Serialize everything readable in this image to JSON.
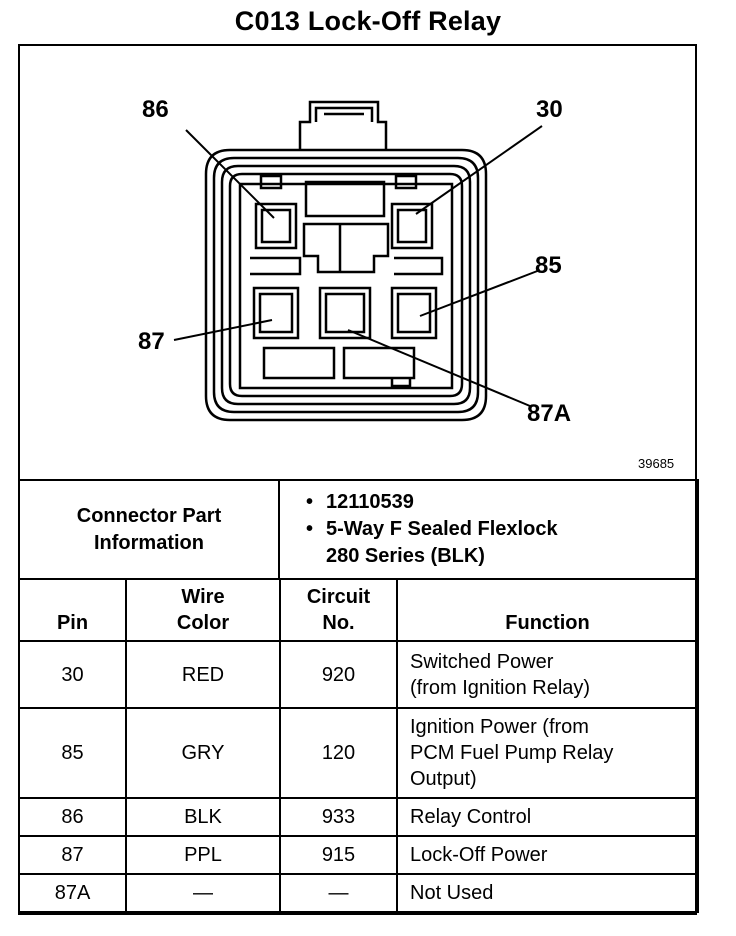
{
  "title": "C013 Lock-Off Relay",
  "diagram": {
    "callouts": {
      "pin_86": "86",
      "pin_30": "30",
      "pin_85": "85",
      "pin_87": "87",
      "pin_87a": "87A"
    },
    "figure_number": "39685"
  },
  "connector_info": {
    "label_line1": "Connector Part",
    "label_line2": "Information",
    "part_number": "12110539",
    "description_line1": "5-Way F Sealed Flexlock",
    "description_line2": "280 Series (BLK)"
  },
  "pin_table": {
    "headers": {
      "pin": "Pin",
      "wire_color_line1": "Wire",
      "wire_color_line2": "Color",
      "circuit_line1": "Circuit",
      "circuit_line2": "No.",
      "function": "Function"
    },
    "rows": [
      {
        "pin": "30",
        "color": "RED",
        "circuit": "920",
        "function_lines": [
          "Switched Power",
          "(from Ignition Relay)"
        ]
      },
      {
        "pin": "85",
        "color": "GRY",
        "circuit": "120",
        "function_lines": [
          "Ignition Power (from",
          "PCM Fuel Pump Relay",
          "Output)"
        ]
      },
      {
        "pin": "86",
        "color": "BLK",
        "circuit": "933",
        "function_lines": [
          "Relay Control"
        ]
      },
      {
        "pin": "87",
        "color": "PPL",
        "circuit": "915",
        "function_lines": [
          "Lock-Off Power"
        ]
      },
      {
        "pin": "87A",
        "color": "—",
        "circuit": "—",
        "function_lines": [
          "Not Used"
        ]
      }
    ]
  }
}
